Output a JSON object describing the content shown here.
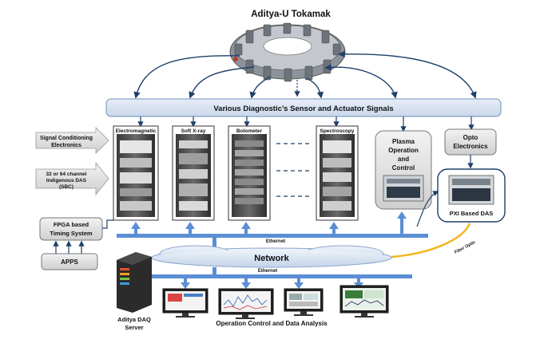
{
  "title": "Aditya-U Tokamak",
  "signal_bus": "Various Diagnostic’s Sensor and Actuator Signals",
  "left_inputs": [
    {
      "line1": "Signal Conditioning",
      "line2": "Electronics",
      "line3": ""
    },
    {
      "line1": "32 or 64 channel",
      "line2": "Indigenous DAS",
      "line3": "(SBC)"
    }
  ],
  "fpga": {
    "line1": "FPGA based",
    "line2": "Timing System"
  },
  "apps": "APPS",
  "racks": [
    "Electromagnetic",
    "Soft X-ray",
    "Bolometer",
    "Spectroscopy"
  ],
  "plasma_control": {
    "line1": "Plasma",
    "line2": "Operation",
    "line3": "and",
    "line4": "Control"
  },
  "opto": {
    "line1": "Opto",
    "line2": "Electronics"
  },
  "pxi": "PXI Based DAS",
  "fiber": "Fiber Optic",
  "ethernet_top": "Ethernet",
  "ethernet_bottom": "Ethernet",
  "network": "Network",
  "server": {
    "line1": "Aditya DAQ",
    "line2": "Server"
  },
  "operation": "Operation Control and Data Analysis",
  "colors": {
    "bus_fill": "#d9e4f2",
    "bus_stroke": "#6f8fb8",
    "arrow_blue": "#5b8fd4",
    "connector_dark": "#1f3f6b",
    "box_fill": "#e6e6e6",
    "fiber": "#f2b51c"
  }
}
